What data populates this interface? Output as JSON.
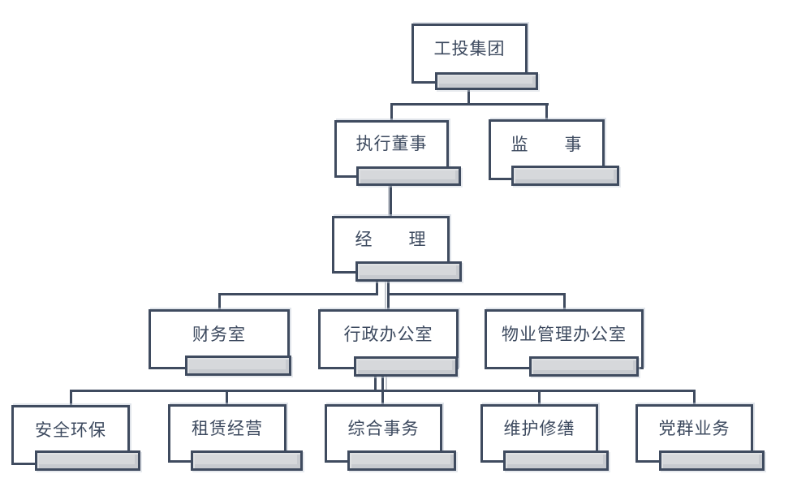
{
  "org": {
    "type": "org-chart",
    "nodes": [
      {
        "id": "gongtou-group",
        "label": "工投集团",
        "level": 1
      },
      {
        "id": "executive-director",
        "label": "执行董事",
        "level": 2
      },
      {
        "id": "supervisor",
        "label": "监　　事",
        "level": 2
      },
      {
        "id": "manager",
        "label": "经　　理",
        "level": 3
      },
      {
        "id": "finance-office",
        "label": "财务室",
        "level": 4
      },
      {
        "id": "admin-office",
        "label": "行政办公室",
        "level": 4
      },
      {
        "id": "property-office",
        "label": "物业管理办公室",
        "level": 4
      },
      {
        "id": "safety-env",
        "label": "安全环保",
        "level": 5
      },
      {
        "id": "leasing",
        "label": "租赁经营",
        "level": 5
      },
      {
        "id": "general-affairs",
        "label": "综合事务",
        "level": 5
      },
      {
        "id": "maintenance",
        "label": "维护修缮",
        "level": 5
      },
      {
        "id": "party-mass",
        "label": "党群业务",
        "level": 5
      }
    ],
    "edges": [
      [
        "gongtou-group",
        "executive-director"
      ],
      [
        "gongtou-group",
        "supervisor"
      ],
      [
        "executive-director",
        "manager"
      ],
      [
        "manager",
        "finance-office"
      ],
      [
        "manager",
        "admin-office"
      ],
      [
        "manager",
        "property-office"
      ],
      [
        "admin-office",
        "safety-env"
      ],
      [
        "admin-office",
        "leasing"
      ],
      [
        "admin-office",
        "general-affairs"
      ],
      [
        "admin-office",
        "maintenance"
      ],
      [
        "admin-office",
        "party-mass"
      ]
    ],
    "colors": {
      "line": "#3f4b5f",
      "box_fill": "#ffffff",
      "subbar_fill": "#d6d8db",
      "text": "#3d4a5f",
      "background": "#ffffff"
    }
  }
}
